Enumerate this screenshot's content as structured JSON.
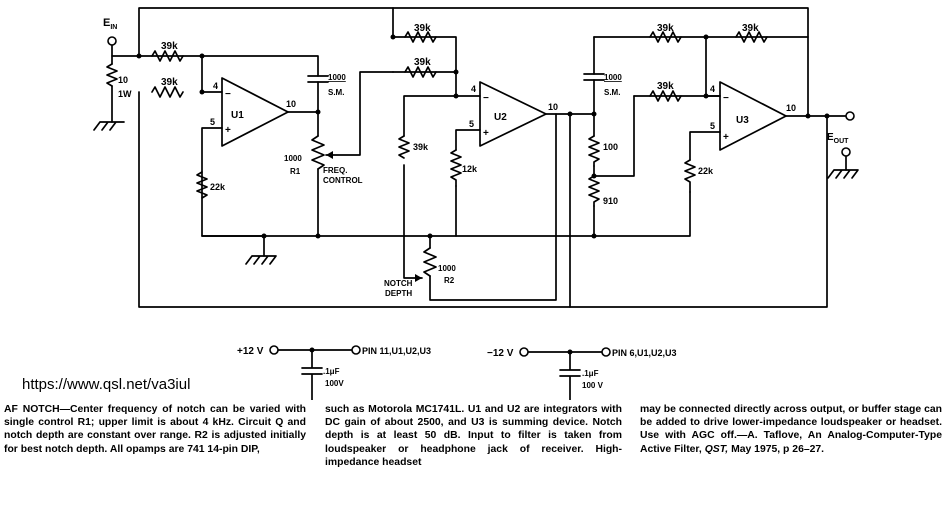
{
  "labels": {
    "ein": "E",
    "ein_sub": "IN",
    "eout": "E",
    "eout_sub": "OUT",
    "r_in1": "39k",
    "r_in2": "39k",
    "r_fb_top": "39k",
    "r_u2_in": "39k",
    "r_u3_in_top": "39k",
    "r_u3_fb": "39k",
    "r_u3_in_mid": "39k",
    "r_u2_plus_left": "39k",
    "r_10": "10",
    "r_10_watt": "1W",
    "r_22k_left": "22k",
    "r_22k_right": "22k",
    "r_12k": "12k",
    "r_100": "100",
    "r_910": "910",
    "c1_value": "1000",
    "c1_type": "S.M.",
    "c2_value": "1000",
    "c2_type": "S.M.",
    "u1": "U1",
    "u2": "U2",
    "u3": "U3",
    "pin4_u1": "4",
    "pin5_u1": "5",
    "pin10_u1": "10",
    "pin4_u2": "4",
    "pin5_u2": "5",
    "pin10_u2": "10",
    "pin4_u3": "4",
    "pin5_u3": "5",
    "pin10_u3": "10",
    "minus": "−",
    "plus": "+",
    "r1_value": "1000",
    "r1_name": "R1",
    "freq1": "FREQ.",
    "freq2": "CONTROL",
    "r2_value": "1000",
    "r2_name": "R2",
    "notch1": "NOTCH",
    "notch2": "DEPTH",
    "plus12": "+12 V",
    "minus12": "−12 V",
    "pin11": "PIN 11,U1,U2,U3",
    "pin6": "PIN 6,U1,U2,U3",
    "cap_value_a": ".1μF",
    "cap_volt_a": "100V",
    "cap_value_b": ".1μF",
    "cap_volt_b": "100 V"
  },
  "url": "https://www.qsl.net/va3iul",
  "caption": {
    "col1": "AF NOTCH—Center frequency of notch can be varied with single control R1; upper limit is about 4 kHz. Circuit Q and notch depth are constant over range. R2 is adjusted initially for best notch depth. All opamps are 741 14-pin DIP,",
    "col2": "such as Motorola MC1741L. U1 and U2 are integrators with DC gain of about 2500, and U3 is summing device. Notch depth is at least 50 dB. Input to filter is taken from loudspeaker or headphone jack of receiver. High-impedance headset",
    "col3_text": "may be connected directly across output, or buffer stage can be added to drive lower-impedance loudspeaker or headset. Use with AGC off.—A. Taflove, An Analog-Computer-Type Active Filter,",
    "col3_journal": "QST,",
    "col3_ref": "May 1975, p 26–27."
  }
}
